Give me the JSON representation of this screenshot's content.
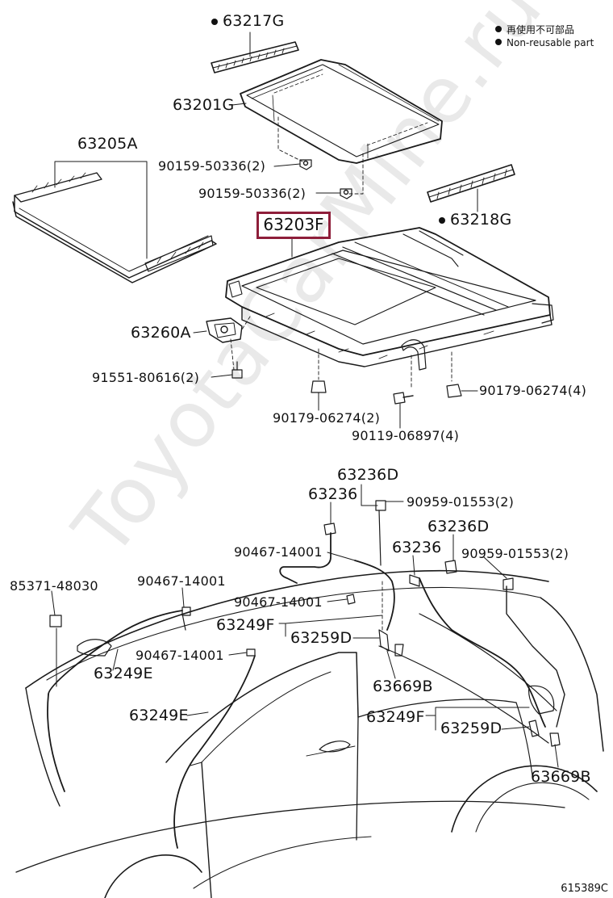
{
  "legend": {
    "jp": "再使用不可部品",
    "en": "Non-reusable part"
  },
  "watermark": "ToyotaCarMine.ru",
  "drawing_code": "615389C",
  "highlight_color": "#8e1e3a",
  "labels": {
    "p63217G": "63217G",
    "p63201G": "63201G",
    "p63205A": "63205A",
    "p90159a": "90159-50336(2)",
    "p90159b": "90159-50336(2)",
    "p63218G": "63218G",
    "p63203F": "63203F",
    "p63260A": "63260A",
    "p91551": "91551-80616(2)",
    "p90179a": "90179-06274(4)",
    "p90179b": "90179-06274(2)",
    "p90119": "90119-06897(4)",
    "p63236D_a": "63236D",
    "p63236_a": "63236",
    "p90959a": "90959-01553(2)",
    "p63236D_b": "63236D",
    "p90467a": "90467-14001",
    "p63236_b": "63236",
    "p90959b": "90959-01553(2)",
    "p85371": "85371-48030",
    "p90467b": "90467-14001",
    "p90467c": "90467-14001",
    "p63249F_a": "63249F",
    "p63259D_a": "63259D",
    "p90467d": "90467-14001",
    "p63249E_a": "63249E",
    "p63669B_a": "63669B",
    "p63249E_b": "63249E",
    "p63249F_b": "63249F",
    "p63259D_b": "63259D",
    "p63669B_b": "63669B"
  }
}
